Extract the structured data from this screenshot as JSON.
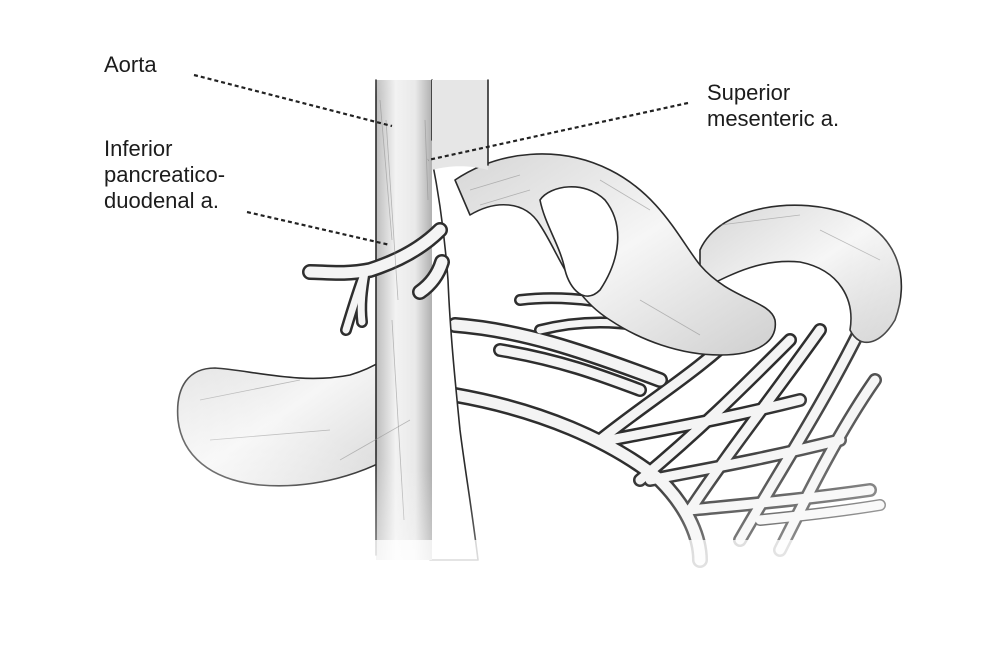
{
  "labels": {
    "aorta": "Aorta",
    "sma_line1": "Superior",
    "sma_line2": "mesenteric a.",
    "ipda_line1": "Inferior",
    "ipda_line2": "pancreatico-",
    "ipda_line3": "duodenal a."
  },
  "colors": {
    "ink": "#2b2b2b",
    "shade": "#9a9a9a",
    "background": "#ffffff"
  }
}
